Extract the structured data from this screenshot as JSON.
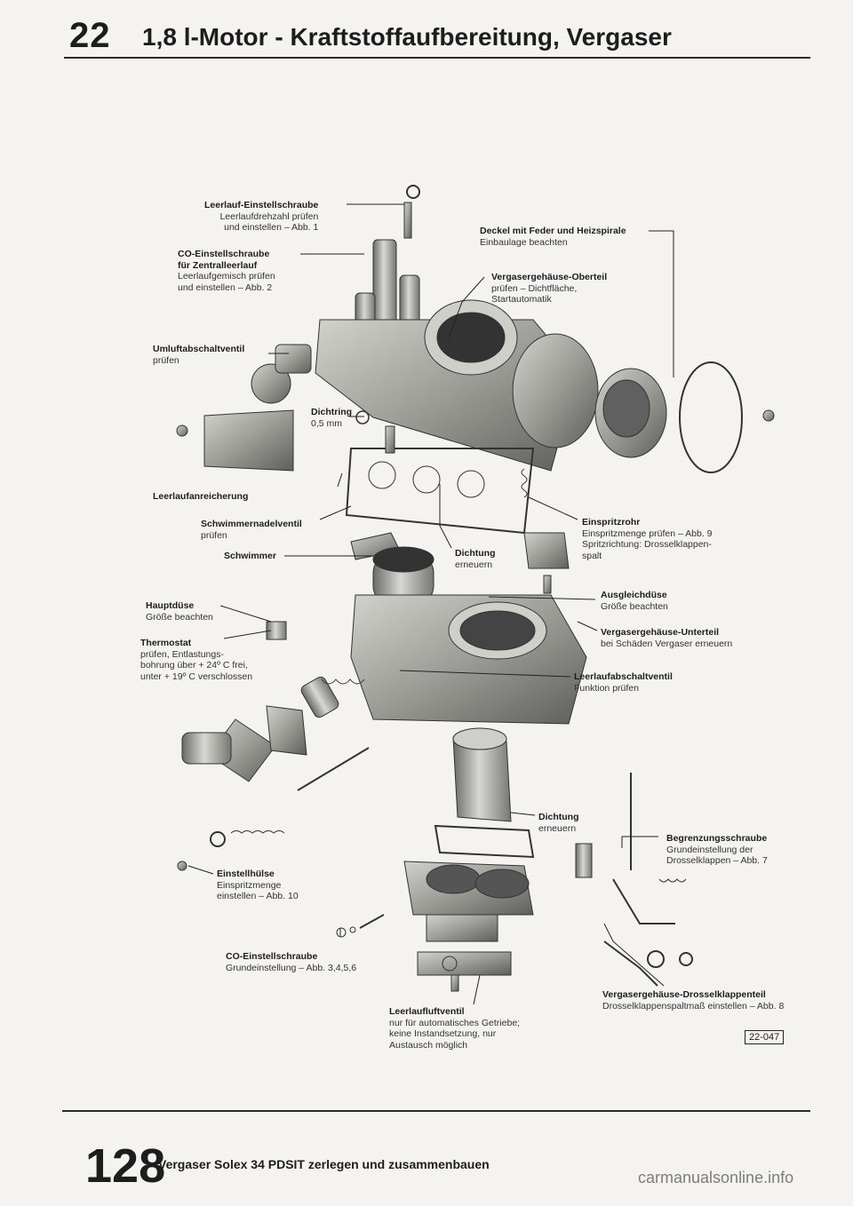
{
  "header": {
    "chapter": "22",
    "title": "1,8 l-Motor - Kraftstoffaufbereitung, Vergaser"
  },
  "footer": {
    "page": "128",
    "title": "Vergaser Solex 34 PDSIT zerlegen und zusammenbauen",
    "watermark": "carmanualsonline.info"
  },
  "figure_code": "22-047",
  "labels": {
    "leerlauf_einstell": {
      "title": "Leerlauf-Einstellschraube",
      "desc": "Leerlaufdrehzahl prüfen\nund einstellen – Abb. 1"
    },
    "deckel": {
      "title": "Deckel mit Feder und Heizspirale",
      "desc": "Einbaulage beachten"
    },
    "co_einstell_zentral": {
      "title": "CO-Einstellschraube\nfür Zentralleerlauf",
      "desc": "Leerlaufgemisch prüfen\nund einstellen – Abb. 2"
    },
    "oberteil": {
      "title": "Vergasergehäuse-Oberteil",
      "desc": "prüfen – Dichtfläche,\nStartautomatik"
    },
    "umluft": {
      "title": "Umluftabschaltventil",
      "desc": "prüfen"
    },
    "dichtring": {
      "title": "Dichtring",
      "desc": "0,5 mm"
    },
    "leerlaufanreicherung": {
      "title": "Leerlaufanreicherung",
      "desc": ""
    },
    "schwimmernadel": {
      "title": "Schwimmernadelventil",
      "desc": "prüfen"
    },
    "einspritzrohr": {
      "title": "Einspritzrohr",
      "desc": "Einspritzmenge prüfen – Abb. 9\nSpritzrichtung: Drosselklappen-\nspalt"
    },
    "schwimmer": {
      "title": "Schwimmer",
      "desc": ""
    },
    "dichtung1": {
      "title": "Dichtung",
      "desc": "erneuern"
    },
    "hauptduese": {
      "title": "Hauptdüse",
      "desc": "Größe beachten"
    },
    "ausgleich": {
      "title": "Ausgleichdüse",
      "desc": "Größe beachten"
    },
    "thermostat": {
      "title": "Thermostat",
      "desc": "prüfen, Entlastungs-\nbohrung über + 24º C frei,\nunter + 19º C verschlossen"
    },
    "unterteil": {
      "title": "Vergasergehäuse-Unterteil",
      "desc": "bei Schäden Vergaser erneuern"
    },
    "leerlaufabschalt": {
      "title": "Leerlaufabschaltventil",
      "desc": "Funktion prüfen"
    },
    "dichtung2": {
      "title": "Dichtung",
      "desc": "erneuern"
    },
    "begrenzung": {
      "title": "Begrenzungsschraube",
      "desc": "Grundeinstellung der\nDrosselklappen – Abb. 7"
    },
    "einstellhuelse": {
      "title": "Einstellhülse",
      "desc": "Einspritzmenge\neinstellen – Abb. 10"
    },
    "co_einstell": {
      "title": "CO-Einstellschraube",
      "desc": "Grundeinstellung – Abb. 3,4,5,6"
    },
    "drosselklappenteil": {
      "title": "Vergasergehäuse-Drosselklappenteil",
      "desc": "Drosselklappenspaltmaß einstellen – Abb. 8"
    },
    "leerlaufluft": {
      "title": "Leerlaufluftventil",
      "desc": "nur für automatisches Getriebe;\nkeine Instandsetzung, nur\nAustausch möglich"
    }
  },
  "colors": {
    "ink": "#1d1d1d",
    "paper": "#f4f3ef",
    "metal": "#a9a9a4",
    "metal_dark": "#5e5e5a"
  }
}
